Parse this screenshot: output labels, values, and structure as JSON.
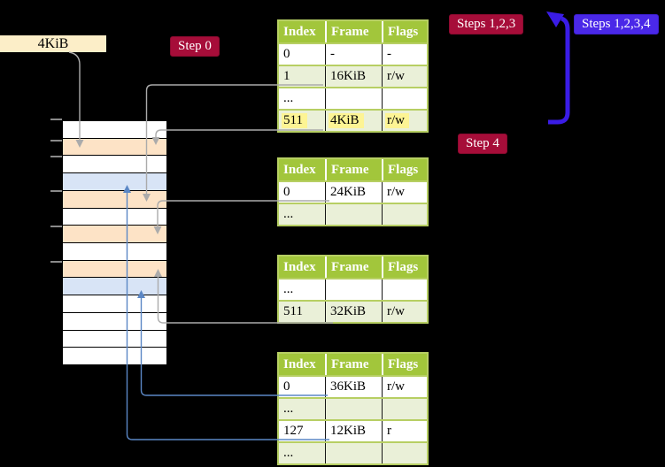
{
  "labels": {
    "size_label": "4KiB",
    "step0": "Step 0",
    "steps123": "Steps 1,2,3",
    "steps1234": "Steps 1,2,3,4",
    "step4": "Step 4"
  },
  "memory": {
    "row_colors": [
      "white",
      "peach",
      "white",
      "blue",
      "peach",
      "white",
      "peach",
      "white",
      "peach",
      "blue",
      "white",
      "white",
      "white",
      "white"
    ],
    "tick_ys": [
      134,
      158,
      176,
      215,
      255,
      295
    ]
  },
  "tables": [
    {
      "name": "table-1",
      "columns": [
        "Index",
        "Frame",
        "Flags"
      ],
      "rows": [
        {
          "cells": [
            "0",
            "-",
            "-"
          ],
          "shade": false,
          "highlight": false
        },
        {
          "cells": [
            "1",
            "16KiB",
            "r/w"
          ],
          "shade": true,
          "highlight": false
        },
        {
          "cells": [
            "...",
            "",
            ""
          ],
          "shade": false,
          "highlight": false
        },
        {
          "cells": [
            "511",
            "4KiB",
            "r/w"
          ],
          "shade": true,
          "highlight": true
        }
      ]
    },
    {
      "name": "table-2",
      "columns": [
        "Index",
        "Frame",
        "Flags"
      ],
      "rows": [
        {
          "cells": [
            "0",
            "24KiB",
            "r/w"
          ],
          "shade": false,
          "highlight": false
        },
        {
          "cells": [
            "...",
            "",
            ""
          ],
          "shade": true,
          "highlight": false
        }
      ]
    },
    {
      "name": "table-3",
      "columns": [
        "Index",
        "Frame",
        "Flags"
      ],
      "rows": [
        {
          "cells": [
            "...",
            "",
            ""
          ],
          "shade": false,
          "highlight": false
        },
        {
          "cells": [
            "511",
            "32KiB",
            "r/w"
          ],
          "shade": true,
          "highlight": false
        }
      ]
    },
    {
      "name": "table-4",
      "columns": [
        "Index",
        "Frame",
        "Flags"
      ],
      "rows": [
        {
          "cells": [
            "0",
            "36KiB",
            "r/w"
          ],
          "shade": false,
          "highlight": false
        },
        {
          "cells": [
            "...",
            "",
            ""
          ],
          "shade": true,
          "highlight": false
        },
        {
          "cells": [
            "127",
            "12KiB",
            "r"
          ],
          "shade": false,
          "highlight": false
        },
        {
          "cells": [
            "...",
            "",
            ""
          ],
          "shade": true,
          "highlight": false
        }
      ]
    }
  ],
  "colors": {
    "badge_red": "#a60d39",
    "badge_blue": "#4a28e8",
    "arrow_indigo": "#3a1ce6",
    "connector_grey": "#ababab",
    "connector_blue": "#5b87c5",
    "header_green": "#a2c63b",
    "row_shade": "#eaf0d8",
    "highlight": "#fdf494",
    "label_cream": "#fceec8",
    "mem_peach": "#fde3c6",
    "mem_blue": "#d8e4f6",
    "table_border": "#b7cf63"
  }
}
